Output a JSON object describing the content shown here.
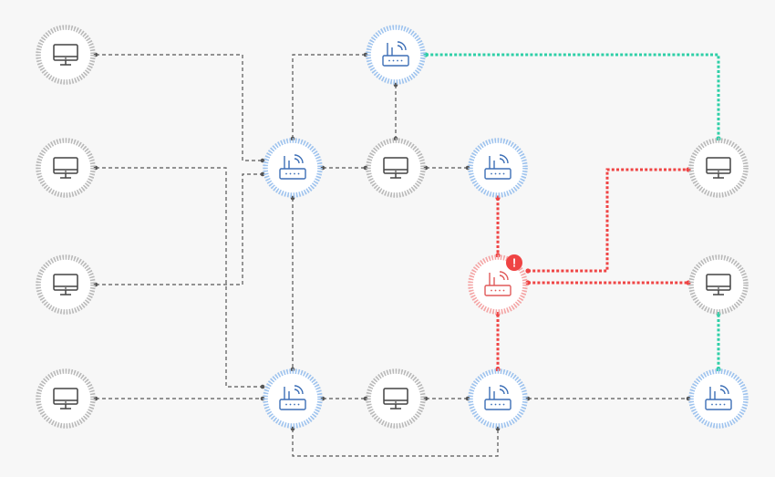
{
  "diagram": {
    "colors": {
      "background": "#f7f7f7",
      "default_link": "#555555",
      "ok_link": "#2ecfa7",
      "error_link": "#ef4444",
      "computer_ring": "#b9b9b9",
      "router_ring": "#9ec3ee",
      "error_ring": "#f4a5a5",
      "router_icon": "#3d6fb6",
      "error_icon": "#e05a5a",
      "computer_icon": "#444444",
      "alert_badge": "#ef4444"
    },
    "nodes": [
      {
        "id": "pc-1",
        "kind": "computer",
        "icon": "monitor-icon",
        "status": "normal"
      },
      {
        "id": "pc-2",
        "kind": "computer",
        "icon": "monitor-icon",
        "status": "normal"
      },
      {
        "id": "pc-3",
        "kind": "computer",
        "icon": "monitor-icon",
        "status": "normal"
      },
      {
        "id": "pc-4",
        "kind": "computer",
        "icon": "monitor-icon",
        "status": "normal"
      },
      {
        "id": "router-a",
        "kind": "router",
        "icon": "router-icon",
        "status": "normal"
      },
      {
        "id": "router-top",
        "kind": "router",
        "icon": "router-icon",
        "status": "normal"
      },
      {
        "id": "pc-center",
        "kind": "computer",
        "icon": "monitor-icon",
        "status": "normal"
      },
      {
        "id": "router-c",
        "kind": "router",
        "icon": "router-icon",
        "status": "normal"
      },
      {
        "id": "router-error",
        "kind": "router",
        "icon": "router-icon",
        "status": "error",
        "badge": "!"
      },
      {
        "id": "router-b",
        "kind": "router",
        "icon": "router-icon",
        "status": "normal"
      },
      {
        "id": "pc-bottom",
        "kind": "computer",
        "icon": "monitor-icon",
        "status": "normal"
      },
      {
        "id": "router-d",
        "kind": "router",
        "icon": "router-icon",
        "status": "normal"
      },
      {
        "id": "router-e",
        "kind": "router",
        "icon": "router-icon",
        "status": "normal"
      },
      {
        "id": "pc-right-1",
        "kind": "computer",
        "icon": "monitor-icon",
        "status": "normal"
      },
      {
        "id": "pc-right-2",
        "kind": "computer",
        "icon": "monitor-icon",
        "status": "normal"
      }
    ],
    "links": [
      {
        "id": "l1",
        "from": "pc-1",
        "to": "router-a",
        "style": "default"
      },
      {
        "id": "l2",
        "from": "pc-2",
        "to": "router-b",
        "style": "default"
      },
      {
        "id": "l3",
        "from": "pc-3",
        "to": "router-a",
        "style": "default"
      },
      {
        "id": "l4",
        "from": "pc-4",
        "to": "router-b",
        "style": "default"
      },
      {
        "id": "l5",
        "from": "router-a",
        "to": "router-top",
        "style": "default"
      },
      {
        "id": "l6",
        "from": "router-a",
        "to": "pc-center",
        "style": "default"
      },
      {
        "id": "l7",
        "from": "router-top",
        "to": "pc-center",
        "style": "default"
      },
      {
        "id": "l8",
        "from": "pc-center",
        "to": "router-c",
        "style": "default"
      },
      {
        "id": "l9",
        "from": "router-a",
        "to": "router-b",
        "style": "default"
      },
      {
        "id": "l10",
        "from": "router-b",
        "to": "pc-bottom",
        "style": "default"
      },
      {
        "id": "l11",
        "from": "pc-bottom",
        "to": "router-d",
        "style": "default"
      },
      {
        "id": "l12",
        "from": "router-b",
        "to": "router-d",
        "style": "default"
      },
      {
        "id": "l13",
        "from": "router-d",
        "to": "router-e",
        "style": "default"
      },
      {
        "id": "l14",
        "from": "router-top",
        "to": "pc-right-1",
        "style": "ok"
      },
      {
        "id": "l15",
        "from": "router-e",
        "to": "pc-right-2",
        "style": "ok"
      },
      {
        "id": "l16",
        "from": "router-c",
        "to": "router-error",
        "style": "error"
      },
      {
        "id": "l17",
        "from": "router-d",
        "to": "router-error",
        "style": "error"
      },
      {
        "id": "l18",
        "from": "router-error",
        "to": "pc-right-1",
        "style": "error"
      },
      {
        "id": "l19",
        "from": "router-error",
        "to": "pc-right-2",
        "style": "error"
      }
    ]
  }
}
